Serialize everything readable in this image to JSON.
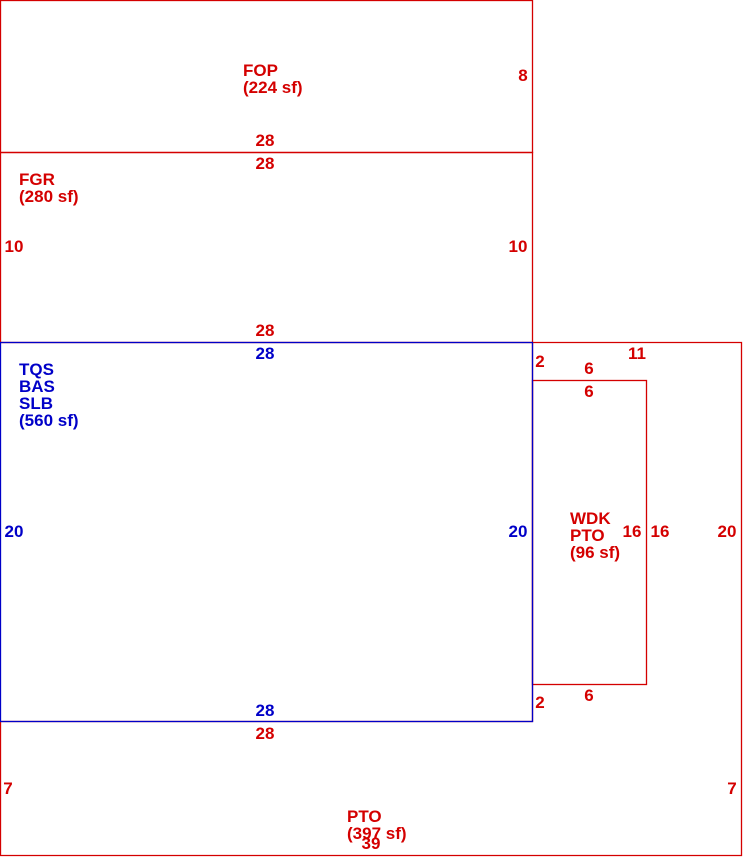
{
  "colors": {
    "exterior": "#d40000",
    "living": "#0000c8"
  },
  "areas": {
    "fop": {
      "lines": [
        "FOP",
        "(224 sf)"
      ]
    },
    "fgr": {
      "lines": [
        "FGR",
        "(280 sf)"
      ]
    },
    "bas": {
      "lines": [
        "TQS",
        "BAS",
        "SLB",
        "(560 sf)"
      ]
    },
    "wdk": {
      "lines": [
        "WDK",
        "PTO",
        "(96 sf)"
      ]
    },
    "pto": {
      "lines": [
        "PTO",
        "(397 sf)"
      ]
    }
  },
  "dimensions": {
    "fop_right": "8",
    "fop_bottom": "28",
    "fgr_top": "28",
    "fgr_left": "10",
    "fgr_right": "10",
    "fgr_bottom": "28",
    "bas_top": "28",
    "bas_left": "20",
    "bas_right": "20",
    "bas_bottom": "28",
    "wdk_top_offset": "2",
    "wdk_top_outer": "6",
    "wdk_top_inner": "6",
    "wdk_inner_side": "16",
    "wdk_outer_side": "16",
    "wdk_bottom_offset": "2",
    "wdk_bottom": "6",
    "pto_top": "11",
    "pto_right_upper": "20",
    "pto_top_below_bas": "28",
    "pto_left": "7",
    "pto_right_lower": "7",
    "pto_bottom": "39"
  }
}
